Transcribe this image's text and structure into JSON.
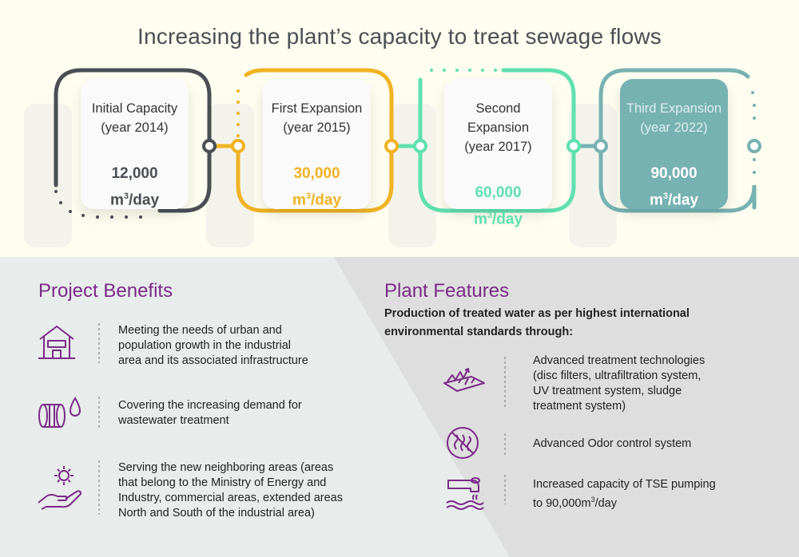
{
  "title": "Increasing the plant’s capacity to treat sewage flows",
  "timeline": [
    {
      "label_line1": "Initial Capacity",
      "label_line2": "(year 2014)",
      "value": "12,000",
      "unit": "m",
      "unit_sup": "3",
      "unit_rest": "/day",
      "color": "#4a4f55"
    },
    {
      "label_line1": "First Expansion",
      "label_line2": "(year 2015)",
      "value": "30,000",
      "unit": "m",
      "unit_sup": "3",
      "unit_rest": "/day",
      "color": "#f0b323"
    },
    {
      "label_line1": "Second Expansion",
      "label_line2": "(year 2017)",
      "value": "60,000",
      "unit": "m",
      "unit_sup": "3",
      "unit_rest": "/day",
      "color": "#5fe0b0"
    },
    {
      "label_line1": "Third Expansion",
      "label_line2": "(year 2022)",
      "value": "90,000",
      "unit": "m",
      "unit_sup": "3",
      "unit_rest": "/day",
      "color": "#76b2b1"
    }
  ],
  "benefits": {
    "heading": "Project Benefits",
    "items": [
      {
        "icon": "house-icon",
        "line1": "Meeting the needs of urban and",
        "line2": "population growth in the industrial",
        "line3": "area and its associated infrastructure"
      },
      {
        "icon": "pipe-drop-icon",
        "line1": "Covering the increasing demand for",
        "line2": "wastewater treatment",
        "line3": ""
      },
      {
        "icon": "hand-gear-icon",
        "line1": "Serving the new neighboring areas (areas",
        "line2": "that belong to the Ministry of Energy and",
        "line3": "Industry, commercial areas, extended areas",
        "line4": "North and South of the industrial area)"
      }
    ]
  },
  "features": {
    "heading": "Plant Features",
    "subheading_line1": "Production of treated water as per highest international",
    "subheading_line2": "environmental standards through:",
    "items": [
      {
        "icon": "filter-icon",
        "line1": "Advanced treatment technologies",
        "line2": "(disc filters, ultrafiltration system,",
        "line3": "UV treatment system, sludge",
        "line4": "treatment system)"
      },
      {
        "icon": "no-odor-icon",
        "line1": "Advanced Odor control system"
      },
      {
        "icon": "pump-outflow-icon",
        "line1": "Increased capacity of TSE pumping",
        "line2": "to 90,000m",
        "line2_sup": "3",
        "line2_rest": "/day"
      }
    ]
  },
  "colors": {
    "accent": "#7a2a87",
    "background_top": "#fdfdf0",
    "panel_left": "#e8eceb",
    "panel_right": "#dedede"
  }
}
